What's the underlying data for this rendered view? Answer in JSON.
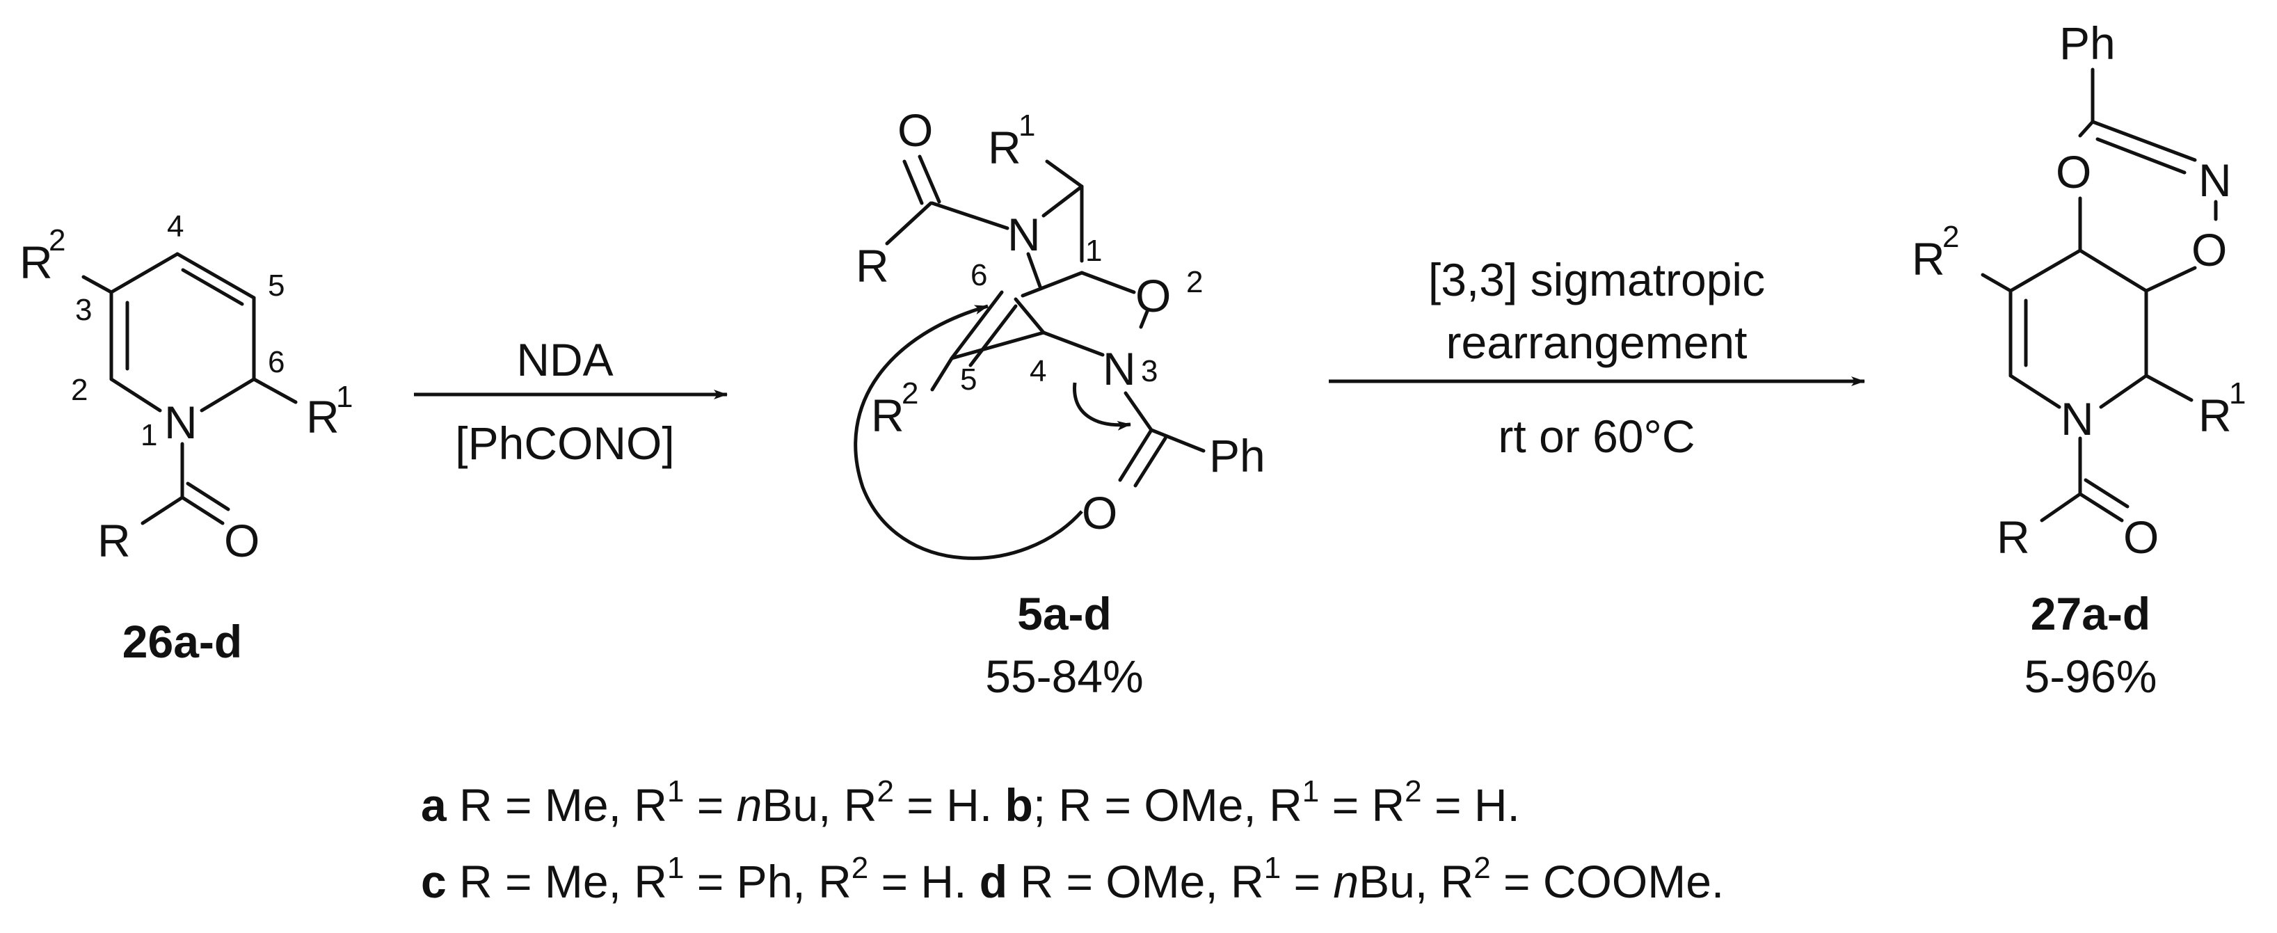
{
  "atoms": {
    "N": "N",
    "O": "O",
    "R": "R",
    "R1": "R",
    "R2": "R",
    "sup1": "1",
    "sup2": "2",
    "Ph": "Ph"
  },
  "ring_numbers": {
    "n1": "1",
    "n2": "2",
    "n3": "3",
    "n4": "4",
    "n5": "5",
    "n6": "6"
  },
  "compounds": {
    "start": {
      "label": "26a-d"
    },
    "intermediate": {
      "label": "5a-d",
      "yield": "55-84%"
    },
    "product": {
      "label": "27a-d",
      "yield": "5-96%"
    }
  },
  "arrow1": {
    "reagent_line1": "NDA",
    "reagent_line2": "[PhCONO]"
  },
  "arrow2": {
    "line1": "[3,3] sigmatropic",
    "line2": "rearrangement",
    "line3": "rt or 60°C"
  },
  "substituents": {
    "line1": {
      "a_letter": "a",
      "a_text": " R = Me, R",
      "a_sup1": "1",
      "a_mid": " = ",
      "a_n": "n",
      "a_bu": "Bu, R",
      "a_sup2": "2",
      "a_end": " = H. ",
      "b_letter": "b",
      "b_text": "; R = OMe, R",
      "b_sup1": "1",
      "b_mid": " = R",
      "b_sup2": "2",
      "b_end": " = H."
    },
    "line2": {
      "c_letter": "c",
      "c_text": " R = Me, R",
      "c_sup1": "1",
      "c_mid": " = Ph, R",
      "c_sup2": "2",
      "c_end": " = H. ",
      "d_letter": "d",
      "d_text": " R = OMe, R",
      "d_sup1": "1",
      "d_mid": " = ",
      "d_n": "n",
      "d_bu": "Bu, R",
      "d_sup2": "2",
      "d_end": " = COOMe."
    }
  }
}
